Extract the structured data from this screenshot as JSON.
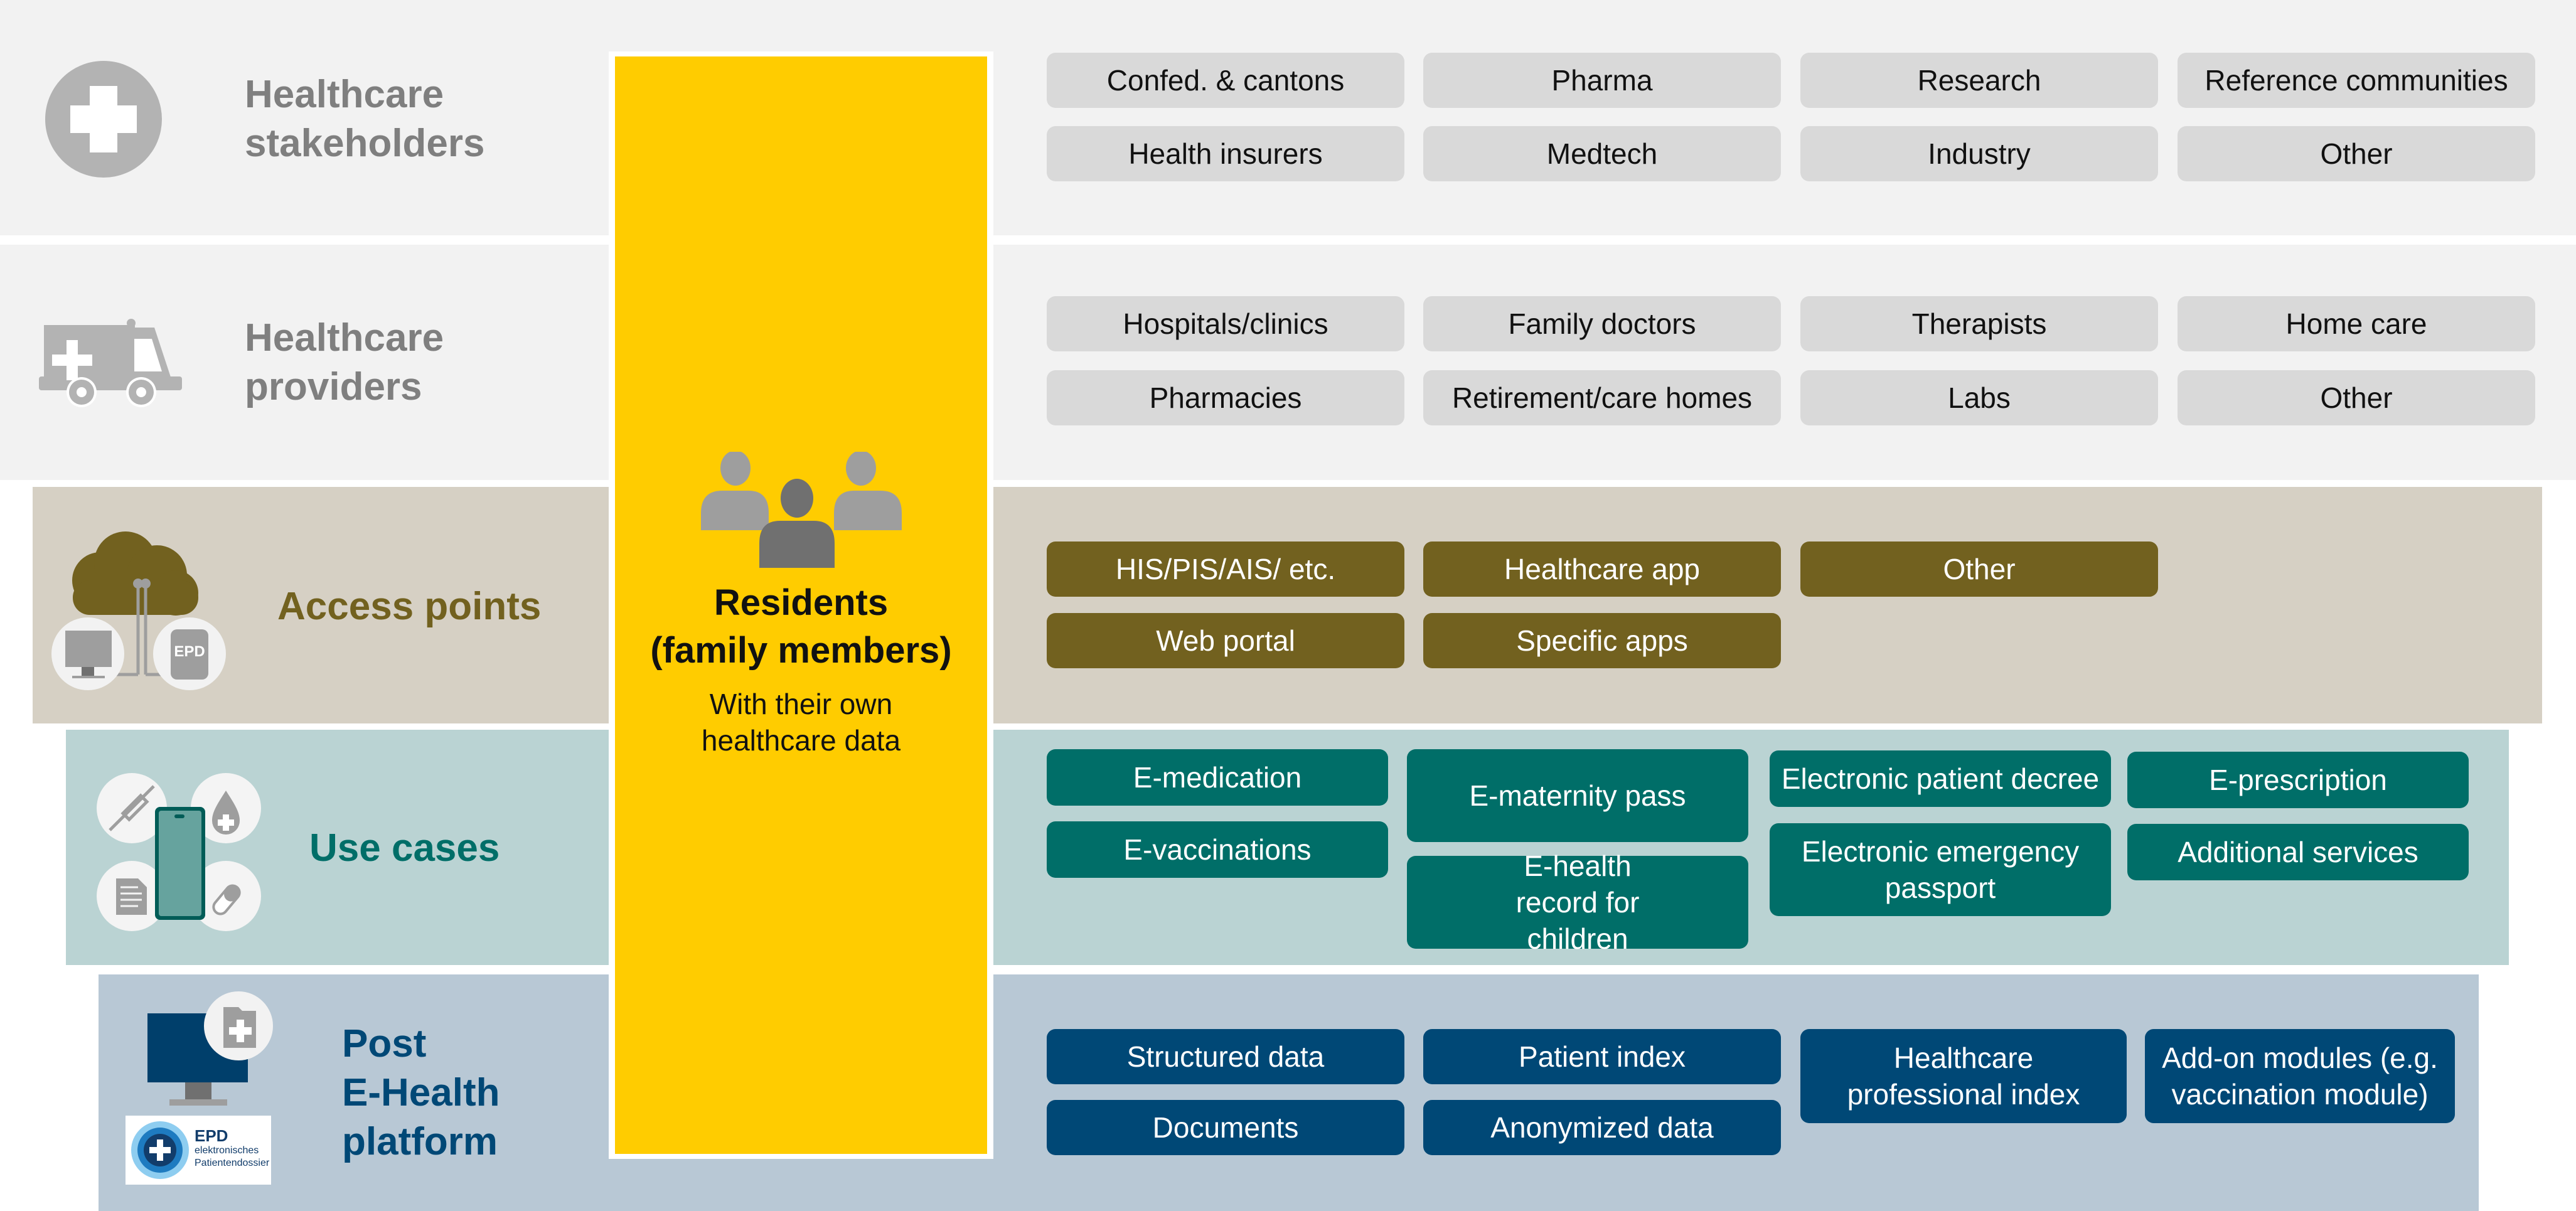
{
  "colors": {
    "stakeholder_band": "#f2f2f2",
    "access_band": "#d6d0c4",
    "usecase_band": "#bad3d3",
    "platform_band": "#b8c8d5",
    "residents": "#ffcc00",
    "grey_chip": "#d9d9d9",
    "olive_chip": "#72611f",
    "teal_chip": "#006e68",
    "navy_chip": "#004876"
  },
  "center": {
    "icon": "people-group-icon",
    "title_line1": "Residents",
    "title_line2": "(family members)",
    "subtitle_line1": "With their own",
    "subtitle_line2": "healthcare data"
  },
  "rows": {
    "stakeholders": {
      "icon": "medical-cross-icon",
      "label_line1": "Healthcare",
      "label_line2": "stakeholders",
      "chips": [
        "Confed. & cantons",
        "Pharma",
        "Research",
        "Reference communities",
        "Health insurers",
        "Medtech",
        "Industry",
        "Other"
      ]
    },
    "providers": {
      "icon": "ambulance-icon",
      "label_line1": "Healthcare",
      "label_line2": "providers",
      "chips": [
        "Hospitals/clinics",
        "Family doctors",
        "Therapists",
        "Home care",
        "Pharmacies",
        "Retirement/care homes",
        "Labs",
        "Other"
      ]
    },
    "access": {
      "icon": "cloud-network-icon",
      "epd_badge": "EPD",
      "label": "Access points",
      "chips": [
        "HIS/PIS/AIS/ etc.",
        "Healthcare app",
        "Other",
        "Web portal",
        "Specific apps"
      ]
    },
    "usecases": {
      "icon": "smartphone-health-icon",
      "label": "Use cases",
      "chips": [
        "E-medication",
        "E-vaccinations",
        "E-maternity pass",
        "E-health record for children",
        "Electronic patient decree",
        "Electronic emergency passport",
        "E-prescription",
        "Additional services"
      ]
    },
    "platform": {
      "icon": "monitor-health-folder-icon",
      "label_line1": "Post",
      "label_line2": "E-Health",
      "label_line3": "platform",
      "logo": {
        "title": "EPD",
        "line1": "elektronisches",
        "line2": "Patientendossier"
      },
      "chips": [
        "Structured data",
        "Patient index",
        "Healthcare professional index",
        "Add-on modules (e.g. vaccination module)",
        "Documents",
        "Anonymized data"
      ]
    }
  }
}
